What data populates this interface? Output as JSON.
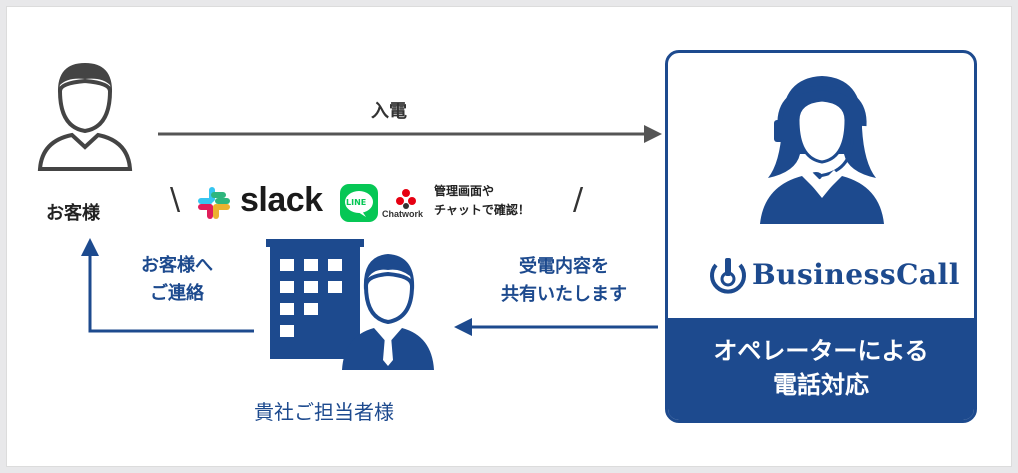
{
  "customer": {
    "label": "お客様"
  },
  "incoming": {
    "label": "入電"
  },
  "operator": {
    "brand": "BusinessCall",
    "caption_line1": "オペレーターによる",
    "caption_line2": "電話対応"
  },
  "share": {
    "line1": "受電内容を",
    "line2": "共有いたします"
  },
  "contact": {
    "line1": "お客様へ",
    "line2": "ご連絡"
  },
  "company": {
    "label": "貴社ご担当者様"
  },
  "tools": {
    "slack": "slack",
    "line": "LINE",
    "chatwork": "Chatwork",
    "note_line1": "管理画面や",
    "note_line2": "チャットで確認！"
  },
  "colors": {
    "navy": "#1d4a8e",
    "icon_gray": "#444444",
    "arrow_gray": "#555555"
  }
}
